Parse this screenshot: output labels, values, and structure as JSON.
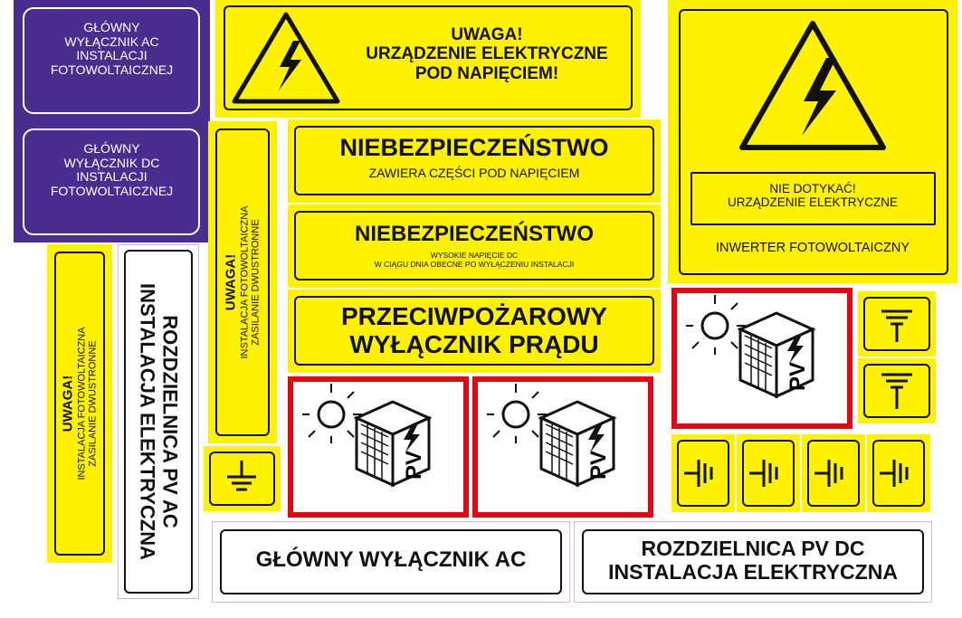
{
  "ac_main_purple": {
    "lines": [
      "GŁÓWNY",
      "WYŁĄCZNIK AC",
      "INSTALACJI",
      "FOTOWOLTAICZNEJ"
    ]
  },
  "dc_main_purple": {
    "lines": [
      "GŁÓWNY",
      "WYŁĄCZNIK DC",
      "INSTALACJI",
      "FOTOWOLTAICZNEJ"
    ]
  },
  "warning_top": {
    "line1": "UWAGA!",
    "line2": "URZĄDZENIE ELEKTRYCZNE",
    "line3": "POD NAPIĘCIEM!"
  },
  "danger_1": {
    "title": "NIEBEZPIECZEŃSTWO",
    "subtitle": "ZAWIERA CZĘŚCI POD NAPIĘCIEM"
  },
  "danger_2": {
    "title": "NIEBEZPIECZEŃSTWO",
    "line1": "WYSOKIE NAPIĘCIE DC",
    "line2": "W CIĄGU DNIA OBECNE PO WYŁĄCZENIU INSTALACJI"
  },
  "fire_switch": {
    "line1": "PRZECIWPOŻAROWY",
    "line2": "WYŁĄCZNIK PRĄDU"
  },
  "inverter_sign": {
    "box_line1": "NIE DOTYKAĆ!",
    "box_line2": "URZĄDZENIE ELEKTRYCZNE",
    "bottom": "INWERTER FOTOWOLTAICZNY"
  },
  "vertical_warning_1": {
    "title": "UWAGA!",
    "line1": "INSTALACJA FOTOWOLTAICZNA",
    "line2": "ZASILANIE DWUSTRONNE"
  },
  "vertical_warning_2": {
    "title": "UWAGA!",
    "line1": "INSTALACJA FOTOWOLTAICZNA",
    "line2": "ZASILANIE DWUSTRONNE"
  },
  "vertical_distribution": {
    "line1": "ROZDZIELNICA PV AC",
    "line2": "INSTALACJA ELEKTRYCZNA"
  },
  "pv_label": "PV",
  "ac_main_white": {
    "text": "GŁÓWNY WYŁĄCZNIK AC"
  },
  "dc_distribution_white": {
    "line1": "ROZDZIELNICA PV DC",
    "line2": "INSTALACJA ELEKTRYCZNA"
  },
  "colors": {
    "yellow": "#fff200",
    "purple": "#4a2e8f",
    "red": "#e30613",
    "black": "#111111"
  },
  "icons": [
    "lightning-warning-triangle",
    "earth-ground-symbol",
    "pv-module-cube",
    "sun"
  ]
}
